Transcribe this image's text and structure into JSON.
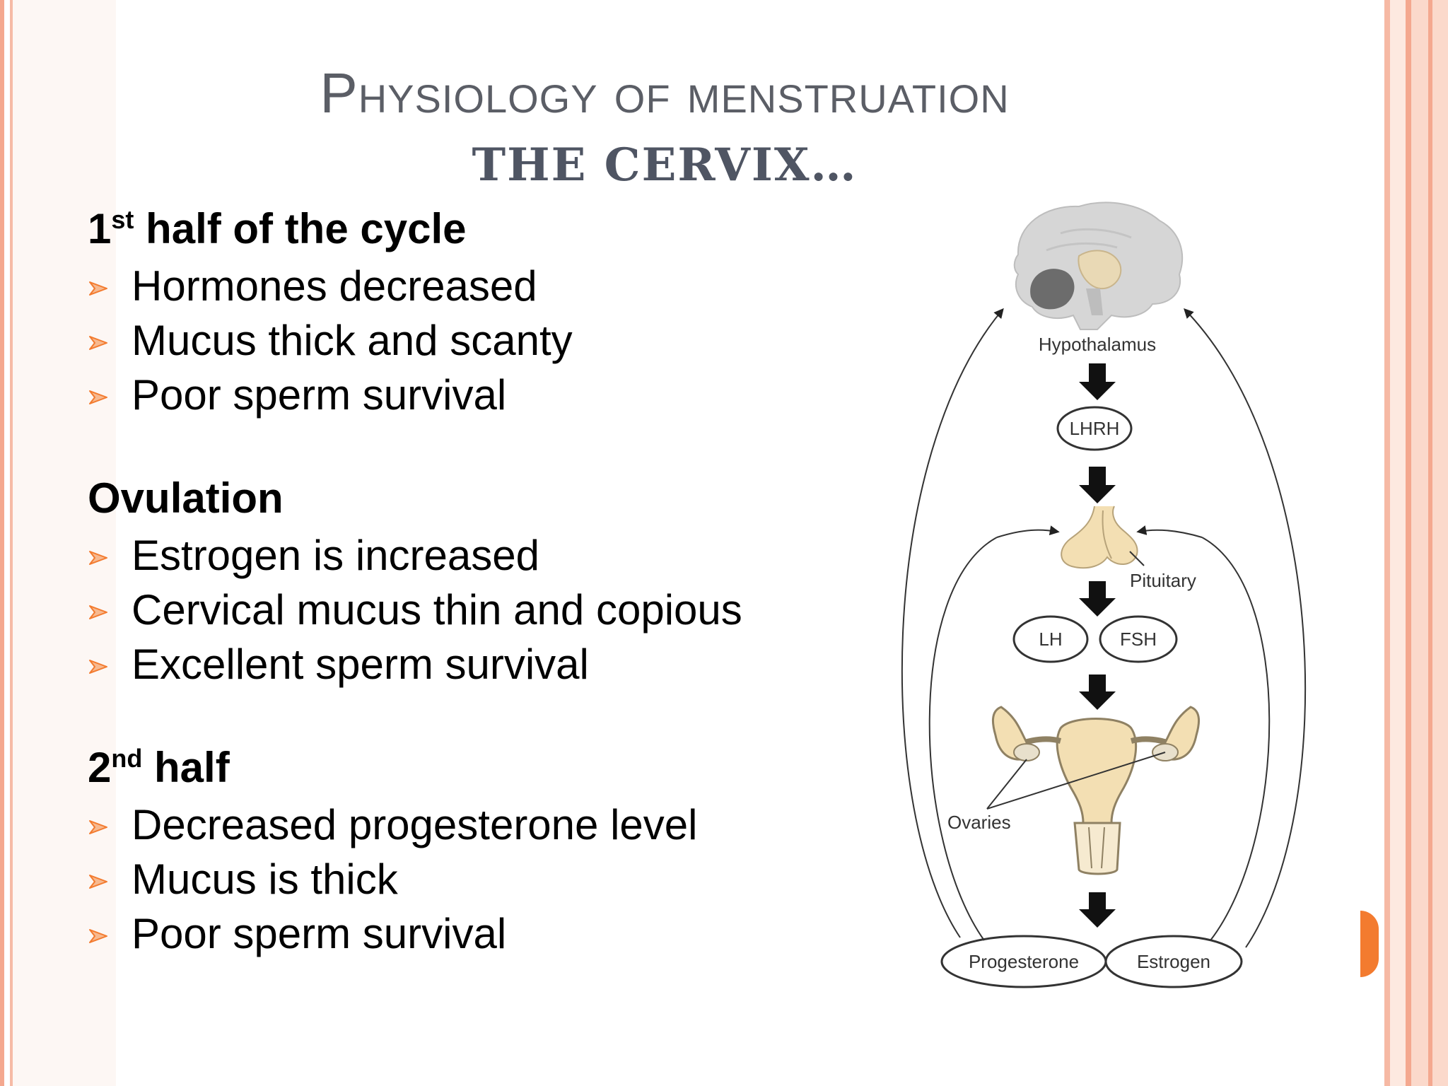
{
  "slide": {
    "title": "Physiology of menstruation",
    "subtitle": "THE CERVIX…"
  },
  "sections": [
    {
      "heading_num": "1",
      "heading_sup": "st",
      "heading_rest": " half of the cycle",
      "bullets": [
        "Hormones decreased",
        "Mucus thick and scanty",
        "Poor sperm survival"
      ]
    },
    {
      "heading_num": "Ovulation",
      "heading_sup": "",
      "heading_rest": "",
      "bullets": [
        "Estrogen is increased",
        "Cervical mucus thin and copious",
        "Excellent sperm survival"
      ]
    },
    {
      "heading_num": "2",
      "heading_sup": "nd",
      "heading_rest": " half",
      "bullets": [
        "Decreased progesterone level",
        "Mucus is thick",
        "Poor sperm survival"
      ]
    }
  ],
  "diagram": {
    "hypothalamus": "Hypothalamus",
    "lhrh": "LHRH",
    "pituitary": "Pituitary",
    "lh": "LH",
    "fsh": "FSH",
    "ovaries": "Ovaries",
    "progesterone": "Progesterone",
    "estrogen": "Estrogen"
  },
  "colors": {
    "accent": "#f37b2f",
    "title": "#5b5e66",
    "bullet": "#f37b2f"
  }
}
